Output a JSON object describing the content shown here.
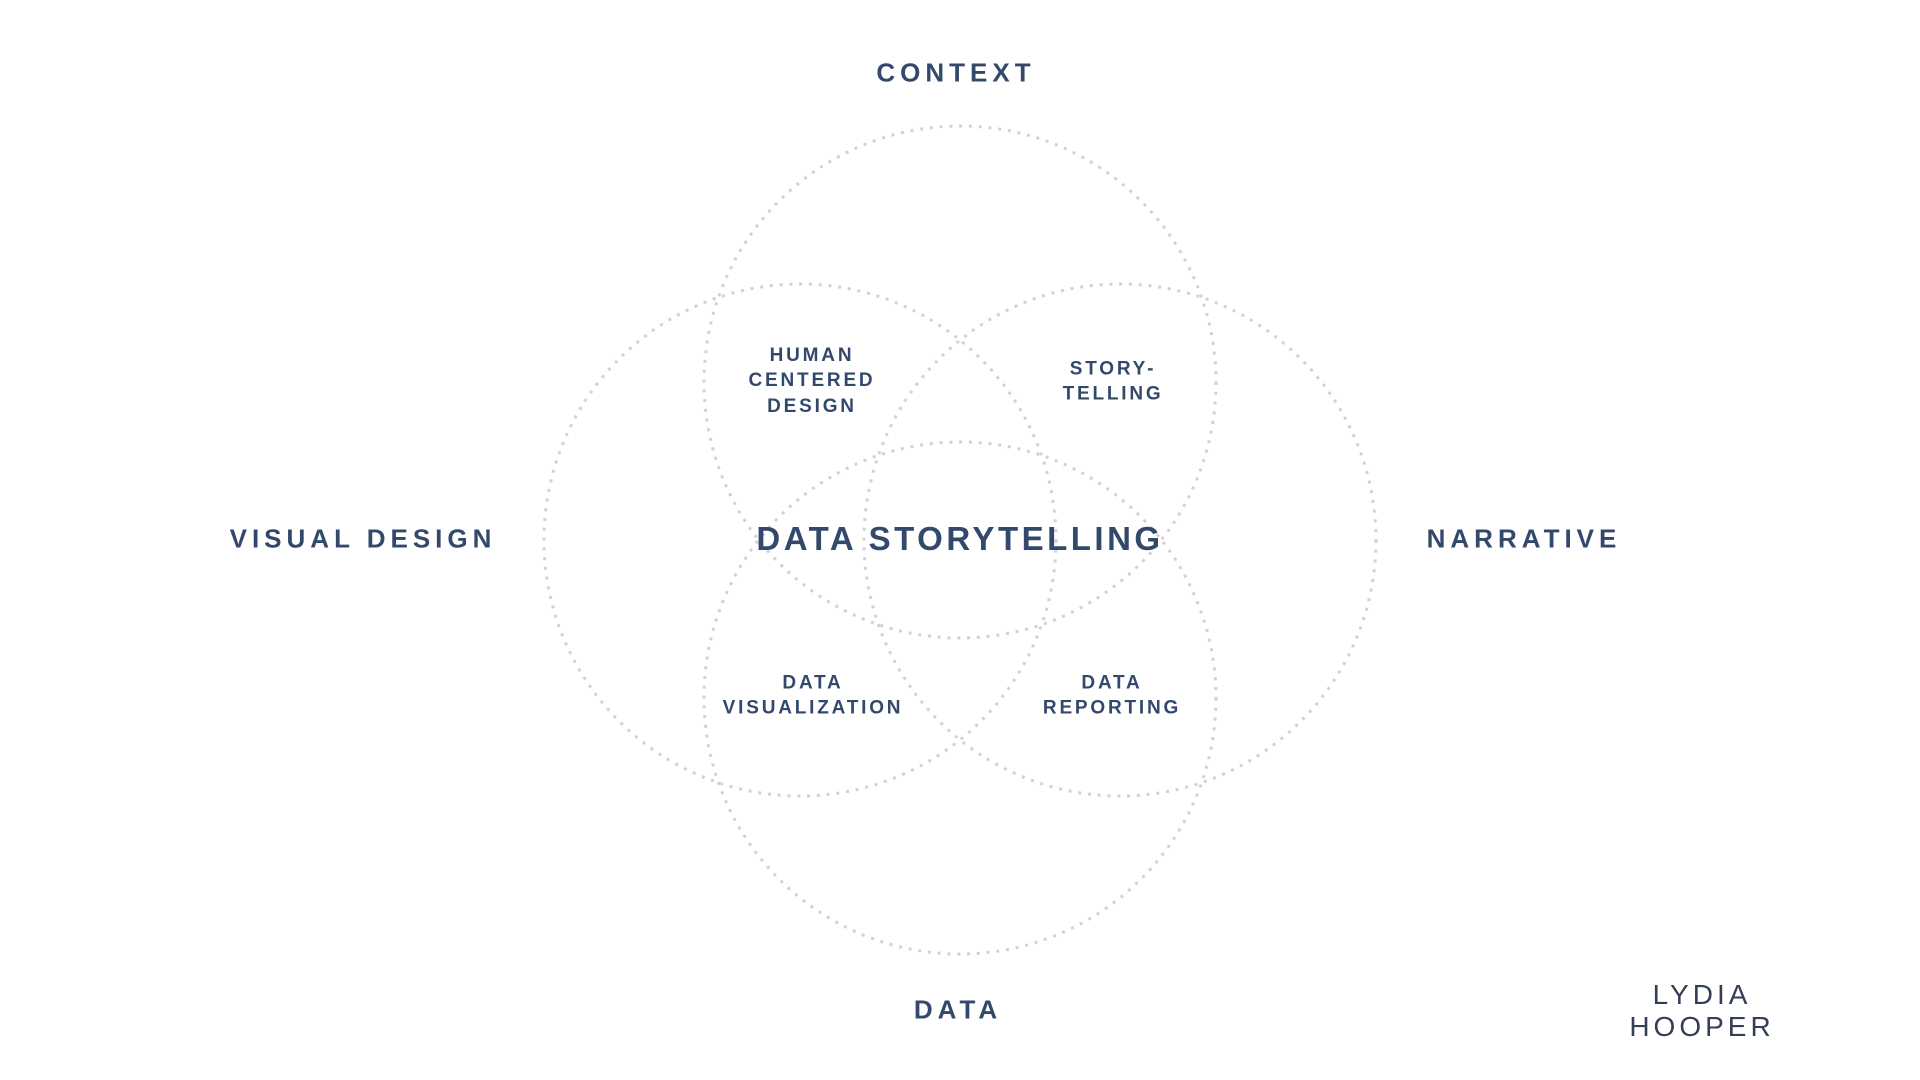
{
  "diagram": {
    "type": "venn-4-circles-dotted",
    "center_label": "DATA STORYTELLING",
    "attribution": "LYDIA HOOPER",
    "outer_labels": {
      "top": "CONTEXT",
      "left": "VISUAL DESIGN",
      "right": "NARRATIVE",
      "bottom": "DATA"
    },
    "intersections": {
      "top_left": "HUMAN\nCENTERED\nDESIGN",
      "top_right": "STORY-\nTELLING",
      "bottom_left": "DATA\nVISUALIZATION",
      "bottom_right": "DATA\nREPORTING"
    },
    "circles": [
      "context",
      "visual-design",
      "narrative",
      "data"
    ],
    "colors": {
      "text": "#33496b",
      "attribution_text": "#343e56",
      "dots": "#d2d2d2",
      "background": "#ffffff"
    }
  }
}
